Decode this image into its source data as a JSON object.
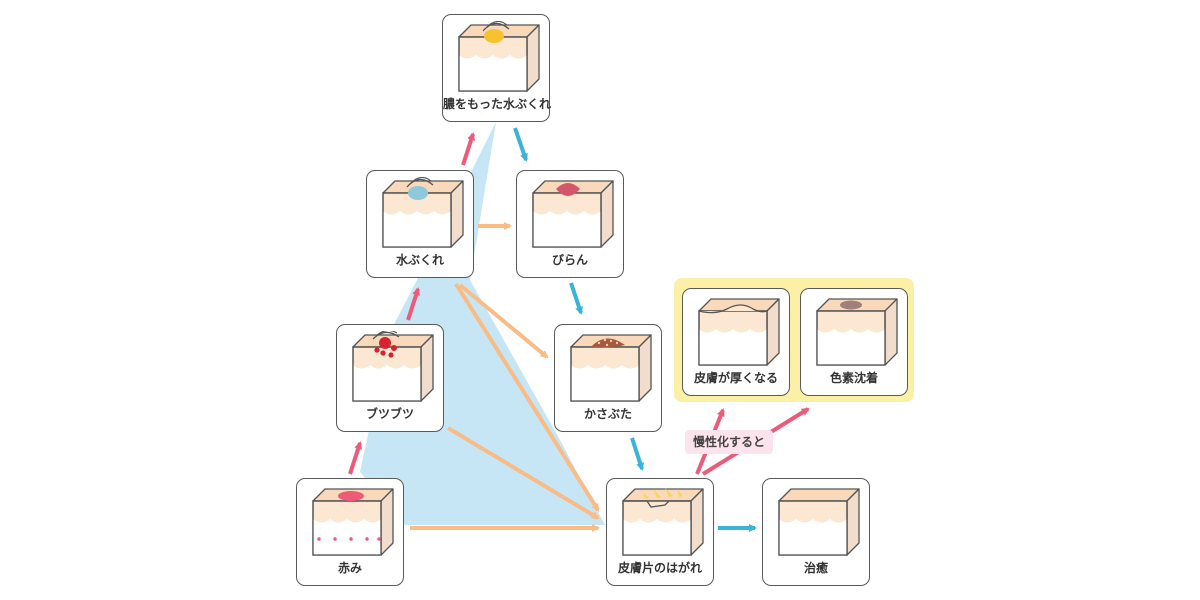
{
  "nodes": {
    "redness": {
      "label": "赤み"
    },
    "bumps": {
      "label": "ブツブツ"
    },
    "blister": {
      "label": "水ぶくれ"
    },
    "pus_blister": {
      "label": "膿をもった水ぶくれ"
    },
    "erosion": {
      "label": "びらん"
    },
    "scab": {
      "label": "かさぶた"
    },
    "peeling": {
      "label": "皮膚片のはがれ"
    },
    "healed": {
      "label": "治癒"
    },
    "thickened": {
      "label": "皮膚が厚くなる"
    },
    "pigmentation": {
      "label": "色素沈着"
    }
  },
  "chronic": {
    "label": "慢性化すると"
  },
  "colors": {
    "progression_arrow": "#ee5b78",
    "possible_arrow": "#f9bc86",
    "recovery_arrow": "#3bb3d9",
    "background_region": "#c6e6f6",
    "skin": "#fbe7d2",
    "skin_top": "#f9d9b9",
    "pus": "#f6c230",
    "fluid": "#8ec8dd",
    "wound": "#d4566b",
    "scab": "#a35a3e",
    "pigment": "#a08078",
    "chronic_box": "#fbf0a6",
    "chronic_label": "#fde3ec"
  }
}
